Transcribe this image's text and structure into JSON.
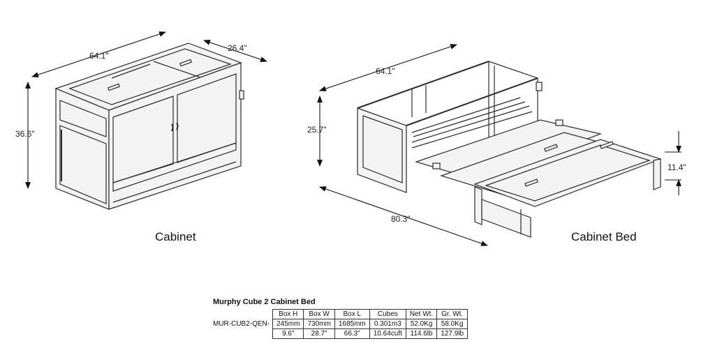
{
  "cabinet": {
    "caption": "Cabinet",
    "width_label": "64.1\"",
    "depth_label": "26.4\"",
    "height_label": "36.6\""
  },
  "bed": {
    "caption": "Cabinet Bed",
    "width_label": "64.1\"",
    "height_label": "25.7\"",
    "length_label": "80.3\"",
    "platform_label": "11.4\""
  },
  "spec": {
    "title": "Murphy Cube 2 Cabinet Bed",
    "model": "MUR-CUB2-QEN-",
    "headers": [
      "Box H",
      "Box W",
      "Box L",
      "Cubes",
      "Net Wt.",
      "Gr. Wt."
    ],
    "metric": [
      "245mm",
      "730mm",
      "1685mm",
      "0.301m3",
      "52.0Kg",
      "58.0Kg"
    ],
    "imperial": [
      "9.6\"",
      "28.7\"",
      "66.3\"",
      "10.64cuft",
      "114.6lb",
      "127.9lb"
    ]
  }
}
